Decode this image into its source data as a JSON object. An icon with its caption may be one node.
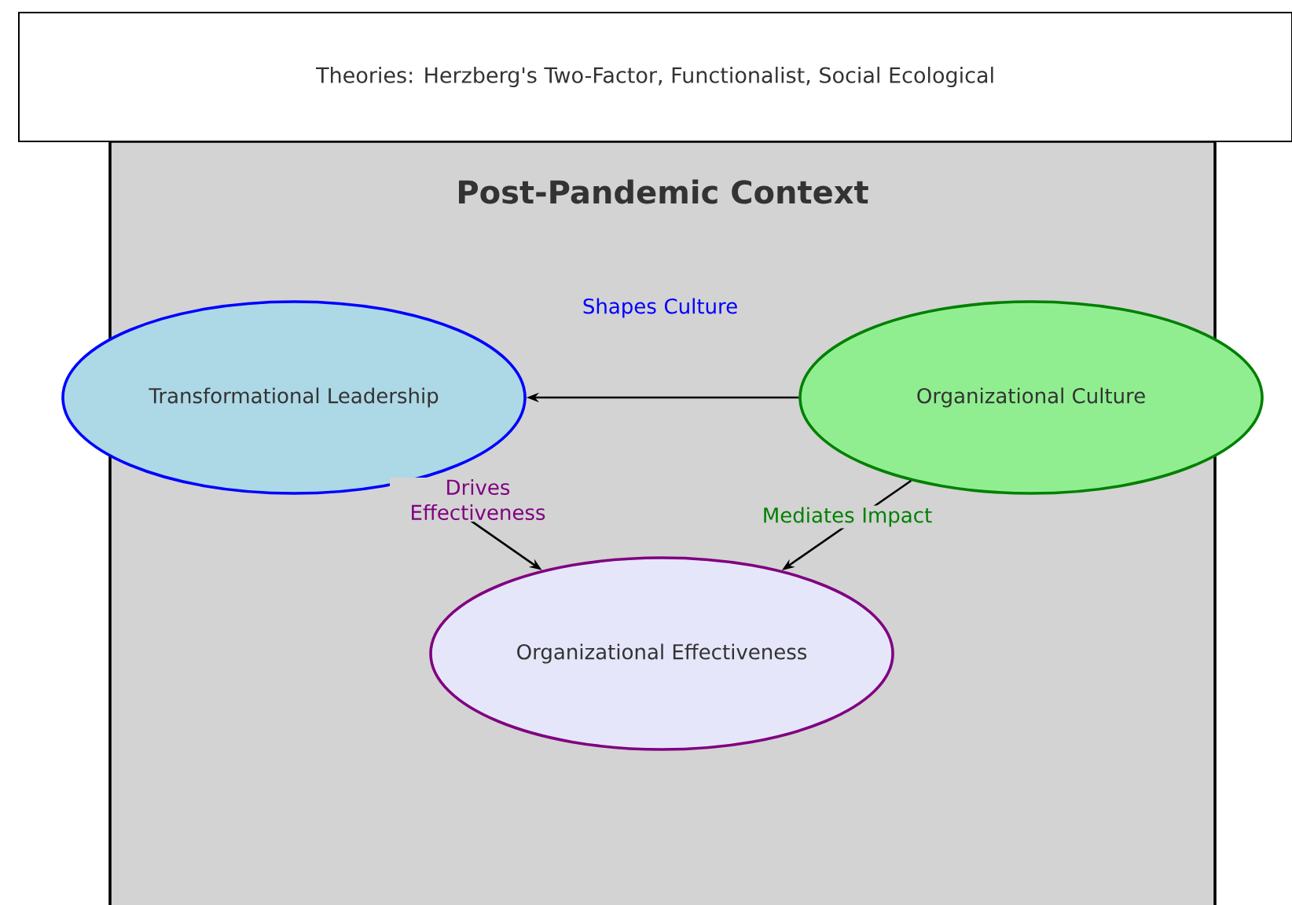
{
  "diagram": {
    "nodes": [
      {
        "text": [
          "Theories: Herzberg's Two-Factor, Functionalist, Social Ecological"
        ]
      },
      {
        "text": [
          "Post-Pandemic Context"
        ]
      },
      {
        "text": [
          "Transformational Leadership"
        ],
        "in": 1
      },
      {
        "text": [
          "Organizational Culture"
        ],
        "in": 1
      },
      {
        "text": [
          "Organizational Effectiveness"
        ],
        "in": 1
      }
    ],
    "edges": [
      {
        "from": 3,
        "to": 2,
        "arrow": "to",
        "label": "Shapes Culture"
      },
      {
        "from": 2,
        "to": 4,
        "arrow": "to",
        "label": "Drives Effectiveness"
      },
      {
        "from": 3,
        "to": 4,
        "arrow": "to",
        "label": "Mediates Impact"
      }
    ]
  }
}
